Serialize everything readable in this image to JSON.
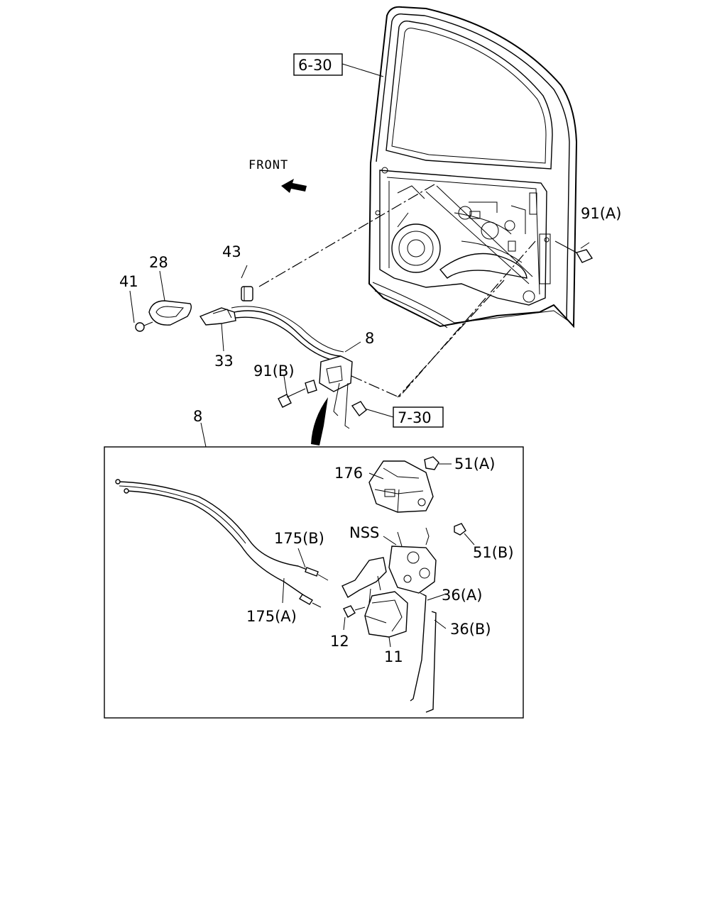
{
  "direction": {
    "text": "FRONT"
  },
  "refs": {
    "door_ref": "6-30",
    "latch_ref": "7-30"
  },
  "labels": {
    "p91a": "91(A)",
    "p43": "43",
    "p28": "28",
    "p41": "41",
    "p33": "33",
    "p8_top": "8",
    "p91b": "91(B)",
    "p8_detail": "8",
    "p176": "176",
    "p51a": "51(A)",
    "pNSS": "NSS",
    "p51b": "51(B)",
    "p175b": "175(B)",
    "p175a": "175(A)",
    "p36a": "36(A)",
    "p36b": "36(B)",
    "p12": "12",
    "p11": "11"
  }
}
